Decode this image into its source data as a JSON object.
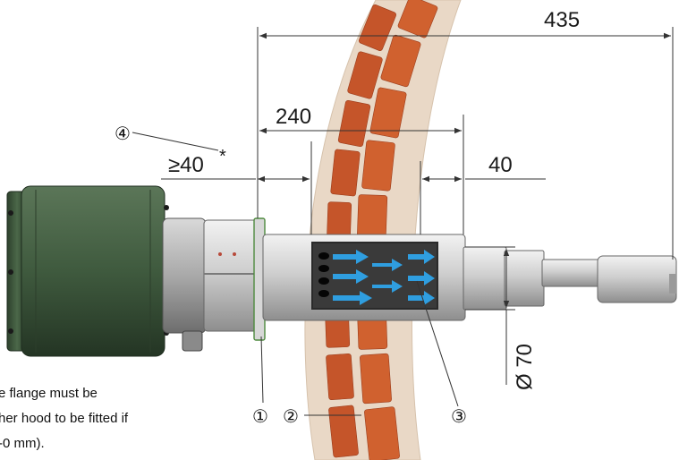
{
  "figure": {
    "dimensions": {
      "total_length": "435",
      "inner_length": "240",
      "min_gap": "≥40",
      "min_gap_asterisk": "*",
      "right_gap": "40",
      "diameter": "Ø 70"
    },
    "callouts": {
      "c1": "①",
      "c2": "②",
      "c3": "③",
      "c4": "④"
    },
    "footnote": {
      "line1": "e flange must be",
      "line2": "her hood to be fitted if",
      "line3": "-0 mm)."
    },
    "colors": {
      "brick": "#c5552a",
      "mortar": "#e9d8c6",
      "housing": "#3f5a3e",
      "probe_metal": "#c9c9c9",
      "flow_arrow": "#2f9ee0",
      "window": "#2a2a2a"
    }
  }
}
